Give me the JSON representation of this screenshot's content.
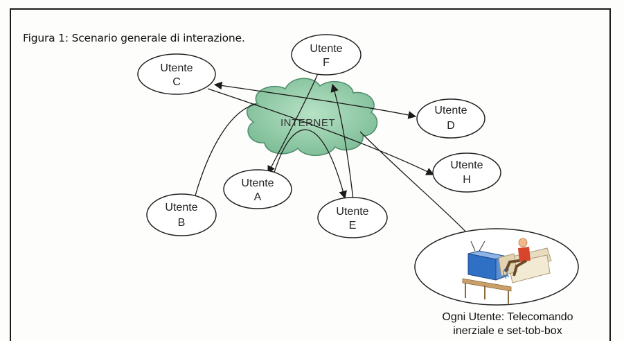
{
  "caption": "Figura 1: Scenario generale di interazione.",
  "internet_label": "INTERNET",
  "nodes": [
    {
      "id": "C",
      "line1": "Utente",
      "line2": "C"
    },
    {
      "id": "F",
      "line1": "Utente",
      "line2": "F"
    },
    {
      "id": "D",
      "line1": "Utente",
      "line2": "D"
    },
    {
      "id": "H",
      "line1": "Utente",
      "line2": "H"
    },
    {
      "id": "A",
      "line1": "Utente",
      "line2": "A"
    },
    {
      "id": "B",
      "line1": "Utente",
      "line2": "B"
    },
    {
      "id": "E",
      "line1": "Utente",
      "line2": "E"
    }
  ],
  "user_setup_caption": {
    "line1": "Ogni Utente: Telecomando",
    "line2": "inerziale e set-tob-box"
  },
  "colors": {
    "cloud_fill": "#8fc8a6",
    "cloud_stroke": "#4f8f6c",
    "tv_body": "#2f6fc4",
    "sofa": "#e9dcc0",
    "person_shirt": "#d8452a"
  },
  "icons": [
    "tv-icon",
    "sofa-icon",
    "person-icon",
    "remote-signal-icon"
  ]
}
